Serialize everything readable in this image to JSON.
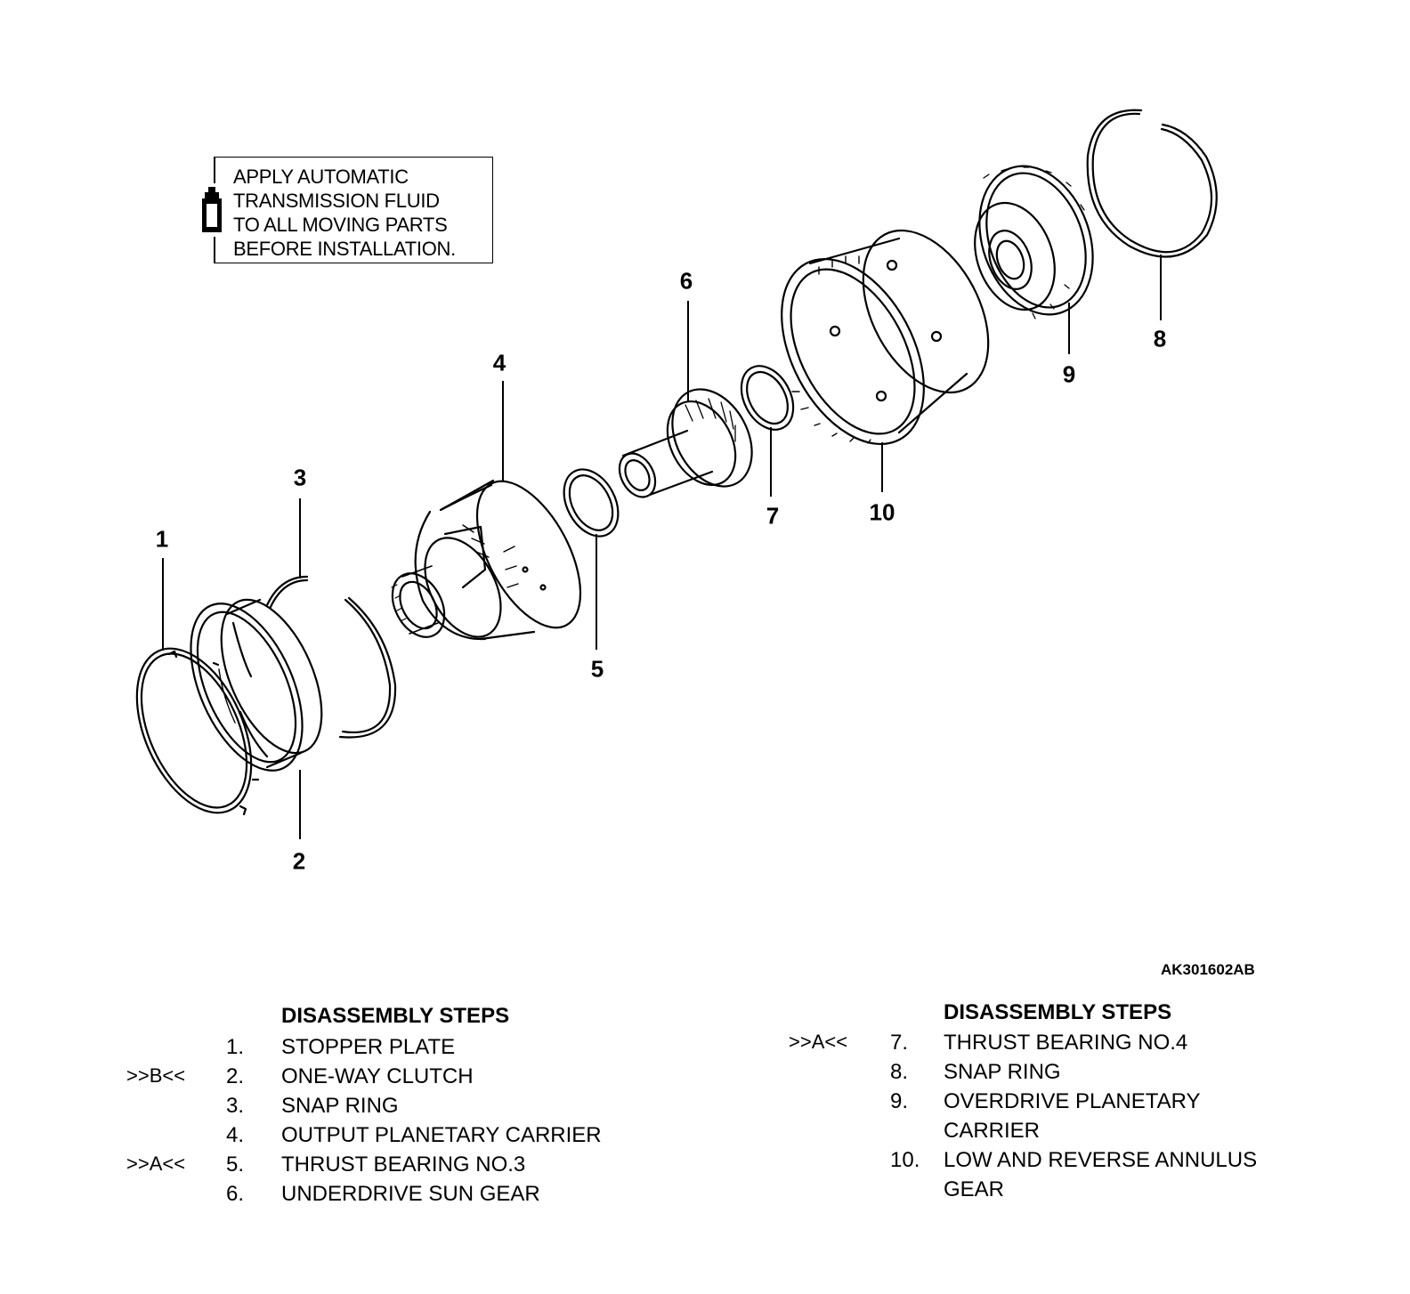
{
  "note": {
    "icon": "fluid-bottle-icon",
    "lines": [
      "APPLY AUTOMATIC",
      "TRANSMISSION FLUID",
      "TO ALL MOVING PARTS",
      "BEFORE INSTALLATION."
    ]
  },
  "callouts": [
    "1",
    "2",
    "3",
    "4",
    "5",
    "6",
    "7",
    "8",
    "9",
    "10"
  ],
  "figure_code": "AK301602AB",
  "steps_left": {
    "title": "DISASSEMBLY STEPS",
    "items": [
      {
        "marker": "",
        "num": "1.",
        "text": "STOPPER PLATE",
        "text2": ""
      },
      {
        "marker": ">>B<<",
        "num": "2.",
        "text": "ONE-WAY CLUTCH",
        "text2": ""
      },
      {
        "marker": "",
        "num": "3.",
        "text": "SNAP RING",
        "text2": ""
      },
      {
        "marker": "",
        "num": "4.",
        "text": "OUTPUT PLANETARY CARRIER",
        "text2": ""
      },
      {
        "marker": ">>A<<",
        "num": "5.",
        "text": "THRUST BEARING NO.3",
        "text2": ""
      },
      {
        "marker": "",
        "num": "6.",
        "text": "UNDERDRIVE SUN GEAR",
        "text2": ""
      }
    ]
  },
  "steps_right": {
    "title": "DISASSEMBLY STEPS",
    "items": [
      {
        "marker": ">>A<<",
        "num": "7.",
        "text": "THRUST BEARING NO.4",
        "text2": ""
      },
      {
        "marker": "",
        "num": "8.",
        "text": "SNAP RING",
        "text2": ""
      },
      {
        "marker": "",
        "num": "9.",
        "text": "OVERDRIVE PLANETARY",
        "text2": "CARRIER"
      },
      {
        "marker": "",
        "num": "10.",
        "text": "LOW AND REVERSE ANNULUS",
        "text2": "GEAR"
      }
    ]
  }
}
